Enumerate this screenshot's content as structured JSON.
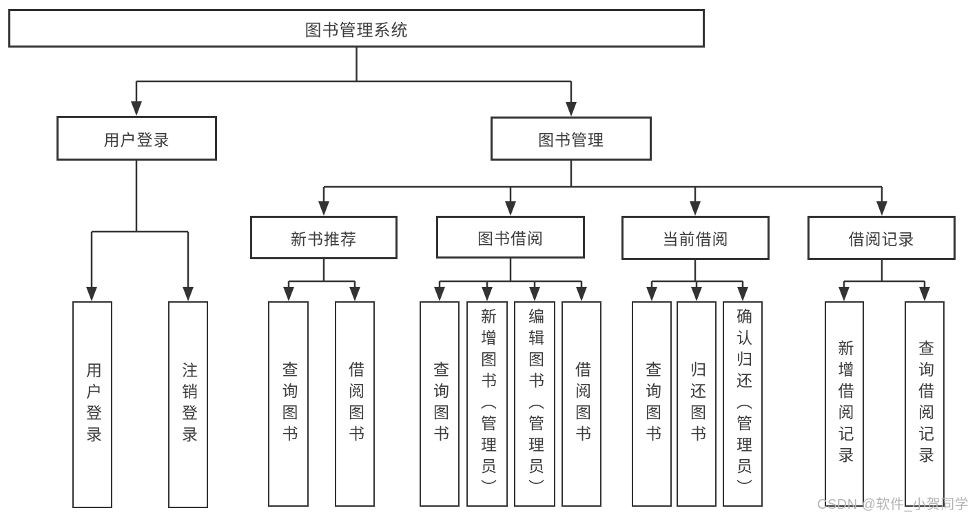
{
  "title_box": {
    "label": "图书管理系统"
  },
  "branches": [
    {
      "label": "用户登录",
      "children": [
        {
          "label": "用户登录"
        },
        {
          "label": "注销登录"
        }
      ]
    },
    {
      "label": "图书管理",
      "groups": [
        {
          "label": "新书推荐",
          "children": [
            {
              "label": "查询图书"
            },
            {
              "label": "借阅图书"
            }
          ]
        },
        {
          "label": "图书借阅",
          "children": [
            {
              "label": "查询图书"
            },
            {
              "label": "新增图书（管理员）"
            },
            {
              "label": "编辑图书（管理员）"
            },
            {
              "label": "借阅图书"
            }
          ]
        },
        {
          "label": "当前借阅",
          "children": [
            {
              "label": "查询图书"
            },
            {
              "label": "归还图书"
            },
            {
              "label": "确认归还（管理员）"
            }
          ]
        },
        {
          "label": "借阅记录",
          "children": [
            {
              "label": "新增借阅记录"
            },
            {
              "label": "查询借阅记录"
            }
          ]
        }
      ]
    }
  ],
  "watermark": "CSDN @软件_小贺同学",
  "colors": {
    "line": "#333333",
    "box_border": "#333333",
    "text": "#3c3c3c",
    "watermark": "#b5b5b5",
    "background": "#ffffff"
  }
}
